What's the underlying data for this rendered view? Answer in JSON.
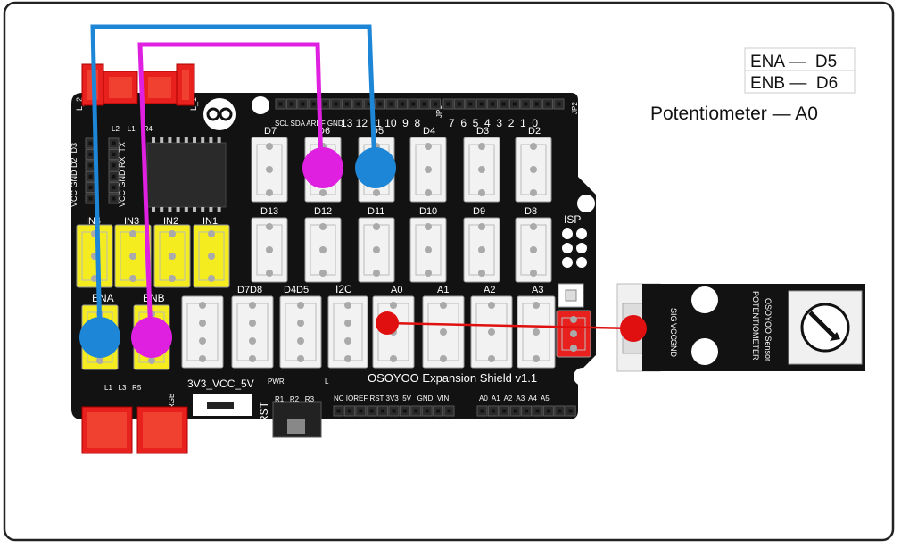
{
  "legend": {
    "ena_row": "ENA —  D5",
    "enb_row": "ENB —  D6",
    "pot_line": "Potentiometer — A0"
  },
  "board": {
    "brand": "OSOYOO Expansion Shield v1.1",
    "isp": "ISP",
    "jp1": "JP1",
    "jp2": "JP2",
    "top_header_left": "SCL SDA AREF GND",
    "top_header_nums_a": "13 12 11 10  9  8",
    "top_header_nums_b": "7  6  5  4  3  2  1  0",
    "row1_labels": [
      "D7",
      "D6",
      "D5",
      "D4",
      "D3",
      "D2"
    ],
    "row2_labels": [
      "D13",
      "D12",
      "D11",
      "D10",
      "D9",
      "D8"
    ],
    "row3_labels": [
      "D7D8",
      "D4D5",
      "I2C",
      "A0",
      "A1",
      "A2",
      "A3"
    ],
    "in_labels": [
      "IN4",
      "IN3",
      "IN2",
      "IN1"
    ],
    "ena": "ENA",
    "enb": "ENB",
    "l2": "L_2",
    "l1": "L_1",
    "top_small": "L2    L1    R4",
    "left_vertical_a": "VCC GND D2  D3",
    "left_vertical_b": "VCC GND RX  TX",
    "bottom_small_left": "L1   L3   R5",
    "rgb": "RGB",
    "voltage": "3V3_VCC_5V",
    "pwr": "PWR",
    "l_small": "L",
    "rst": "RST",
    "resistors": "R1   R2   R3",
    "power_header": "NC IOREF RST 3V3  5V   GND  VIN",
    "analog_header": "A0  A1  A2  A3  A4  A5"
  },
  "module": {
    "name": "POTENTIOMETER",
    "brand": "OSOYOO Sensor",
    "pins": [
      "SIG",
      "VCC",
      "GND"
    ]
  },
  "colors": {
    "board": "#121212",
    "wire_blue": "#1e86d6",
    "wire_magenta": "#e020e0",
    "wire_red": "#e01010",
    "connector_red": "#e8201e",
    "yellow": "#f4ec1e",
    "socket": "#f2f2f2"
  }
}
